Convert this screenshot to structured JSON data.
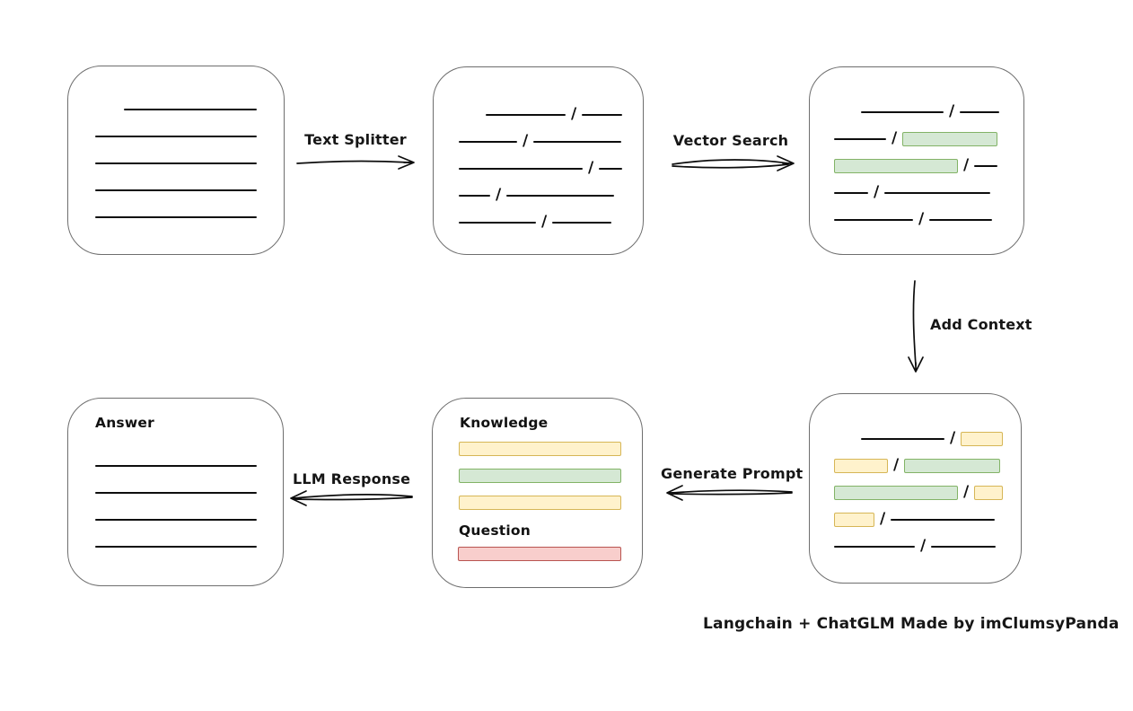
{
  "caption": "Langchain + ChatGLM Made by imClumsyPanda",
  "colors": {
    "green_fill": "#d5e8d4",
    "green_stroke": "#82b366",
    "yellow_fill": "#fff2cc",
    "yellow_stroke": "#d6b656",
    "red_fill": "#f8cecc",
    "red_stroke": "#b85450",
    "box_border": "#6e6e6e",
    "ink": "#0d0d0d"
  },
  "arrows": {
    "text_splitter": {
      "label": "Text Splitter"
    },
    "vector_search": {
      "label": "Vector Search"
    },
    "add_context": {
      "label": "Add Context"
    },
    "generate_prompt": {
      "label": "Generate Prompt"
    },
    "llm_response": {
      "label": "LLM Response"
    }
  },
  "boxes": {
    "source_document": {
      "rows": [
        [
          {
            "k": "indent",
            "w": 32
          },
          {
            "k": "line",
            "w": 148
          }
        ],
        [
          {
            "k": "line",
            "w": 180
          }
        ],
        [
          {
            "k": "line",
            "w": 180
          }
        ],
        [
          {
            "k": "line",
            "w": 180
          }
        ],
        [
          {
            "k": "line",
            "w": 180
          }
        ]
      ]
    },
    "split_chunks": {
      "rows": [
        [
          {
            "k": "indent",
            "w": 30
          },
          {
            "k": "line",
            "w": 89
          },
          {
            "k": "slash"
          },
          {
            "k": "line",
            "w": 45
          }
        ],
        [
          {
            "k": "line",
            "w": 65
          },
          {
            "k": "slash"
          },
          {
            "k": "line",
            "w": 98
          }
        ],
        [
          {
            "k": "line",
            "w": 138
          },
          {
            "k": "slash"
          },
          {
            "k": "line",
            "w": 26
          }
        ],
        [
          {
            "k": "line",
            "w": 35
          },
          {
            "k": "slash"
          },
          {
            "k": "line",
            "w": 120
          }
        ],
        [
          {
            "k": "line",
            "w": 86
          },
          {
            "k": "slash"
          },
          {
            "k": "line",
            "w": 66
          }
        ]
      ]
    },
    "matched_chunks": {
      "rows": [
        [
          {
            "k": "indent",
            "w": 30
          },
          {
            "k": "line",
            "w": 92
          },
          {
            "k": "slash"
          },
          {
            "k": "line",
            "w": 44
          }
        ],
        [
          {
            "k": "line",
            "w": 58
          },
          {
            "k": "slash"
          },
          {
            "k": "bar",
            "c": "green",
            "w": 106
          }
        ],
        [
          {
            "k": "bar",
            "c": "green",
            "w": 138
          },
          {
            "k": "slash"
          },
          {
            "k": "line",
            "w": 26
          }
        ],
        [
          {
            "k": "line",
            "w": 38
          },
          {
            "k": "slash"
          },
          {
            "k": "line",
            "w": 118
          }
        ],
        [
          {
            "k": "line",
            "w": 88
          },
          {
            "k": "slash"
          },
          {
            "k": "line",
            "w": 70
          }
        ]
      ]
    },
    "context_chunks": {
      "rows": [
        [
          {
            "k": "indent",
            "w": 30
          },
          {
            "k": "line",
            "w": 93
          },
          {
            "k": "slash"
          },
          {
            "k": "bar",
            "c": "yellow",
            "w": 47
          }
        ],
        [
          {
            "k": "bar",
            "c": "yellow",
            "w": 60
          },
          {
            "k": "slash"
          },
          {
            "k": "bar",
            "c": "green",
            "w": 107
          }
        ],
        [
          {
            "k": "bar",
            "c": "green",
            "w": 138
          },
          {
            "k": "slash"
          },
          {
            "k": "bar",
            "c": "yellow",
            "w": 32
          }
        ],
        [
          {
            "k": "bar",
            "c": "yellow",
            "w": 45
          },
          {
            "k": "slash"
          },
          {
            "k": "line",
            "w": 116
          }
        ],
        [
          {
            "k": "line",
            "w": 90
          },
          {
            "k": "slash"
          },
          {
            "k": "line",
            "w": 72
          }
        ]
      ]
    },
    "prompt": {
      "knowledge_label": "Knowledge",
      "question_label": "Question",
      "knowledge_rows": [
        [
          {
            "k": "bar",
            "c": "yellow",
            "w": 181
          }
        ],
        [
          {
            "k": "bar",
            "c": "green",
            "w": 181
          }
        ],
        [
          {
            "k": "bar",
            "c": "yellow",
            "w": 181
          }
        ]
      ],
      "question_rows": [
        [
          {
            "k": "bar",
            "c": "red",
            "w": 182
          }
        ]
      ]
    },
    "answer": {
      "label": "Answer",
      "rows": [
        [
          {
            "k": "line",
            "w": 180
          }
        ],
        [
          {
            "k": "line",
            "w": 180
          }
        ],
        [
          {
            "k": "line",
            "w": 180
          }
        ],
        [
          {
            "k": "line",
            "w": 180
          }
        ]
      ]
    }
  }
}
